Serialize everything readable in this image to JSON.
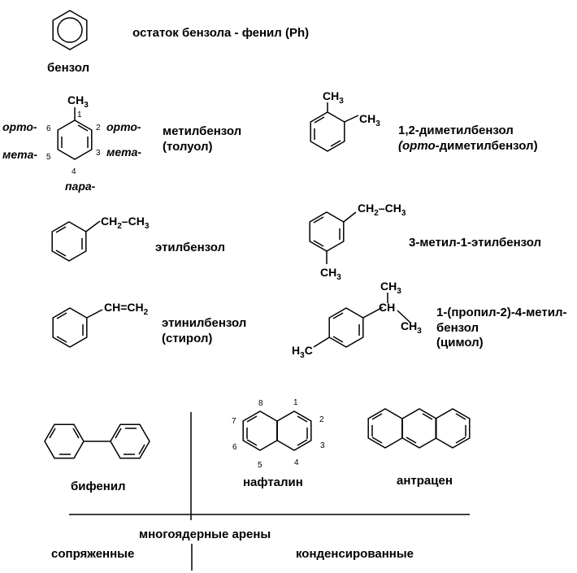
{
  "benzene": {
    "residue": "остаток бензола - фенил (Ph)",
    "name": "бензол"
  },
  "toluene": {
    "atom": "CH",
    "sub": "3",
    "pos": [
      "1",
      "2",
      "3",
      "4",
      "5",
      "6"
    ],
    "ortho_left": "орто-",
    "meta_left": "мета-",
    "ortho_right": "орто-",
    "meta_right": "мета-",
    "para": "пара-",
    "name1": "метилбензол",
    "name2": "(толуол)"
  },
  "xylene": {
    "atom": "CH",
    "sub": "3",
    "name1": "1,2-диметилбензол",
    "name2_italic": "(орто",
    "name2_rest": "-диметилбензол)"
  },
  "ethylbenzene": {
    "atom": "CH",
    "sub1": "2",
    "atom2": "CH",
    "sub2": "3",
    "name": "этилбензол"
  },
  "methylethylbenzene": {
    "atom": "CH",
    "sub1": "2",
    "atom2": "CH",
    "sub2": "3",
    "atom3": "CH",
    "sub3": "3",
    "name": "3-метил-1-этилбензол"
  },
  "styrene": {
    "atom": "CH=CH",
    "sub": "2",
    "name1": "этинилбензол",
    "name2": "(стирол)"
  },
  "cymene": {
    "ch3_top": "CH",
    "ch3_top_sub": "3",
    "ch": "CH",
    "ch3_right": "CH",
    "ch3_right_sub": "3",
    "h3c_h": "H",
    "h3c_sub": "3",
    "h3c_c": "C",
    "name1": "1-(пропил-2)-4-метил-",
    "name2": "бензол",
    "name3": "(цимол)"
  },
  "biphenyl": {
    "name": "бифенил"
  },
  "naphthalene": {
    "name": "нафталин",
    "pos": [
      "1",
      "2",
      "3",
      "4",
      "5",
      "6",
      "7",
      "8"
    ]
  },
  "anthracene": {
    "name": "антрацен"
  },
  "classification": {
    "polynuclear": "многоядерные арены",
    "conjugated": "сопряженные",
    "condensed": "конденсированные"
  }
}
